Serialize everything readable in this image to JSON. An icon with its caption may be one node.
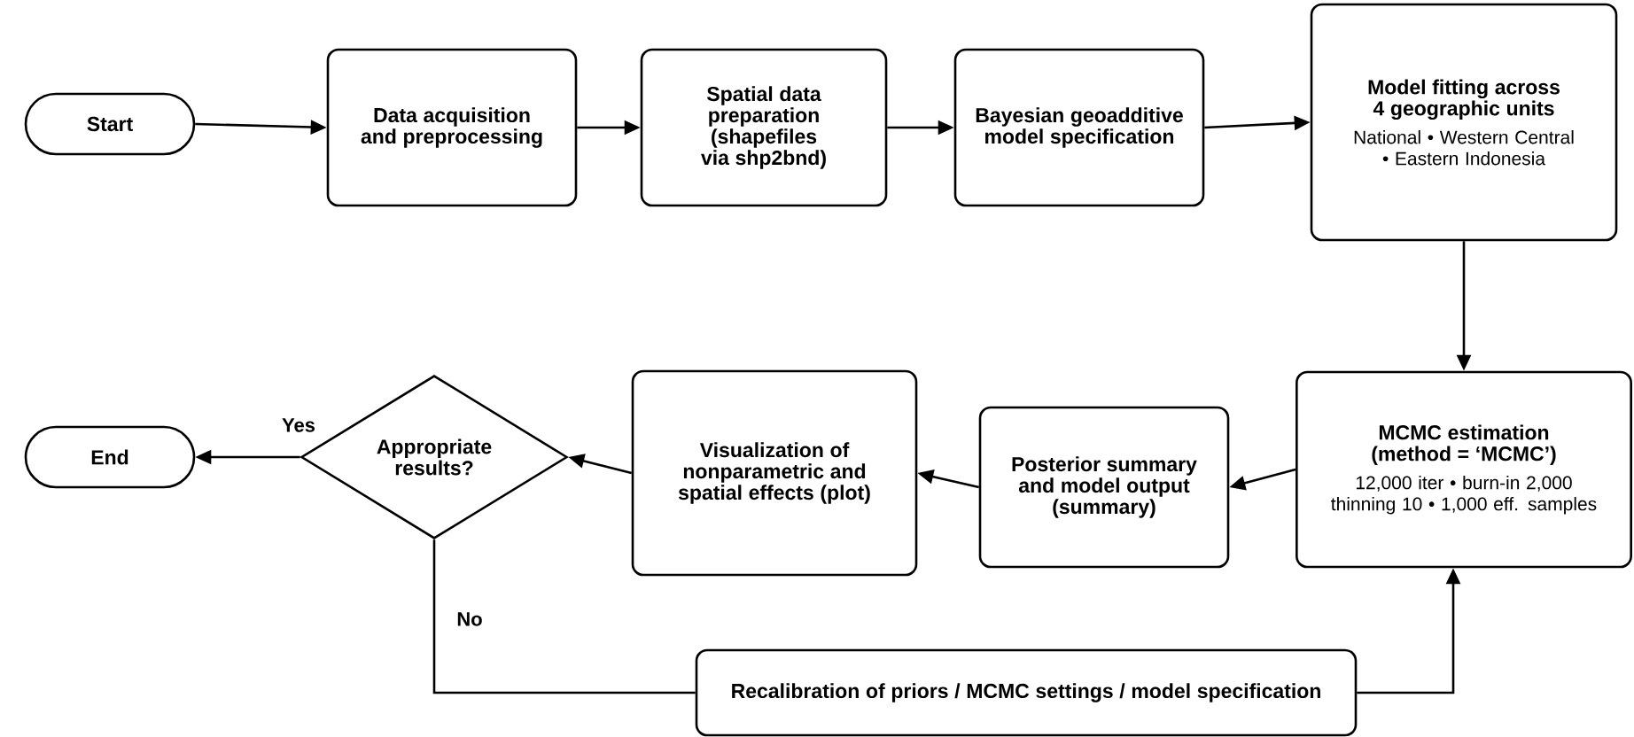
{
  "diagram": {
    "nodes": [
      {
        "text": [
          "Start"
        ]
      },
      {
        "text": [
          "Data acquisition and preprocessing"
        ]
      },
      {
        "text": [
          "Spatial data preparation (shapefiles via shp2bnd)"
        ]
      },
      {
        "text": [
          "Bayesian geoadditive model specification"
        ]
      },
      {
        "text": [
          "Model fitting across 4 geographic units",
          "National • Western Central • Eastern Indonesia"
        ]
      },
      {
        "text": [
          "MCMC estimation (method = ‘MCMC’)",
          "12,000 iter • burn-in 2,000 thinning 10 • 1,000 eff. samples"
        ]
      },
      {
        "text": [
          "Posterior summary and model output (summary)"
        ]
      },
      {
        "text": [
          "Visualization of nonparametric and spatial effects (plot)"
        ]
      },
      {
        "text": [
          "Appropriate results?"
        ]
      },
      {
        "text": [
          "End"
        ]
      },
      {
        "text": [
          "Recalibration of priors / MCMC settings / model specification"
        ]
      }
    ],
    "edges": [
      {
        "from": 0,
        "to": 1,
        "arrow": "to"
      },
      {
        "from": 1,
        "to": 2,
        "arrow": "to"
      },
      {
        "from": 2,
        "to": 3,
        "arrow": "to"
      },
      {
        "from": 3,
        "to": 4,
        "arrow": "to"
      },
      {
        "from": 4,
        "to": 5,
        "arrow": "to"
      },
      {
        "from": 5,
        "to": 6,
        "arrow": "to"
      },
      {
        "from": 6,
        "to": 7,
        "arrow": "to"
      },
      {
        "from": 7,
        "to": 8,
        "arrow": "to"
      },
      {
        "from": 8,
        "to": 9,
        "arrow": "to",
        "label": "Yes"
      },
      {
        "from": 8,
        "to": 10,
        "arrow": "none",
        "label": "No"
      },
      {
        "from": 10,
        "to": 5,
        "arrow": "to"
      }
    ]
  }
}
